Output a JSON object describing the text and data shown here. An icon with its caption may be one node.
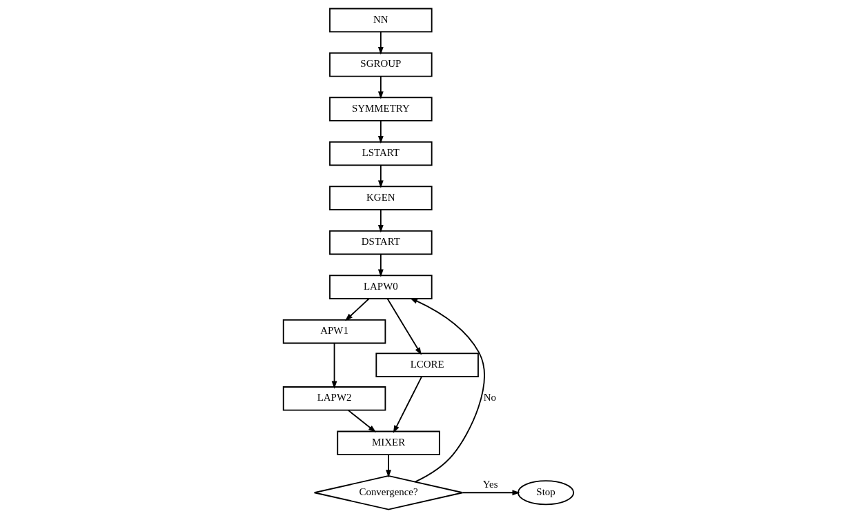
{
  "diagram": {
    "nodes": [
      {
        "text": [
          "NN"
        ]
      },
      {
        "text": [
          "SGROUP"
        ]
      },
      {
        "text": [
          "SYMMETRY"
        ]
      },
      {
        "text": [
          "LSTART"
        ]
      },
      {
        "text": [
          "KGEN"
        ]
      },
      {
        "text": [
          "DSTART"
        ]
      },
      {
        "text": [
          "LAPW0"
        ]
      },
      {
        "text": [
          "APW1"
        ]
      },
      {
        "text": [
          "LCORE"
        ]
      },
      {
        "text": [
          "LAPW2"
        ]
      },
      {
        "text": [
          "MIXER"
        ]
      },
      {
        "text": [
          "Stop"
        ]
      },
      {
        "text": [
          "Convergence?"
        ]
      }
    ],
    "edges": [
      {
        "from": 0,
        "to": 1,
        "arrow": "to"
      },
      {
        "from": 1,
        "to": 2,
        "arrow": "to"
      },
      {
        "from": 2,
        "to": 3,
        "arrow": "to"
      },
      {
        "from": 3,
        "to": 4,
        "arrow": "to"
      },
      {
        "from": 4,
        "to": 5,
        "arrow": "to"
      },
      {
        "from": 5,
        "to": 6,
        "arrow": "to"
      },
      {
        "from": 6,
        "to": 7,
        "arrow": "to"
      },
      {
        "from": 6,
        "to": 8,
        "arrow": "to"
      },
      {
        "from": 7,
        "to": 9,
        "arrow": "to"
      },
      {
        "from": 8,
        "to": 10,
        "arrow": "to"
      },
      {
        "from": 9,
        "to": 10,
        "arrow": "to"
      },
      {
        "from": 10,
        "to": 12,
        "arrow": "to"
      },
      {
        "from": 12,
        "to": 11,
        "arrow": "to",
        "label": "Yes"
      },
      {
        "from": 12,
        "to": 6,
        "arrow": "to",
        "label": "No"
      }
    ]
  }
}
